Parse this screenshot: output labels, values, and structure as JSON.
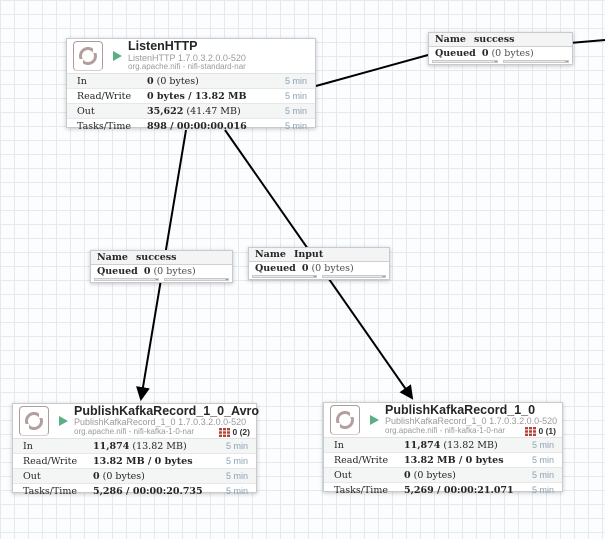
{
  "colors": {
    "run_green": "#5aaf85",
    "processor_icon_brown": "#b3a09e",
    "stat_window_blue": "#8ba2b5",
    "badge_red": "#b2423a",
    "connection_line": "#000000"
  },
  "processors": [
    {
      "title": "ListenHTTP",
      "type_version": "ListenHTTP 1.7.0.3.2.0.0-520",
      "bundle": "org.apache.nifi - nifi-standard-nar",
      "badge": "",
      "stats": [
        {
          "label": "In",
          "bold": "0",
          "rest": " (0 bytes)",
          "window": "5 min"
        },
        {
          "label": "Read/Write",
          "bold": "0 bytes / 13.82 MB",
          "rest": "",
          "window": "5 min"
        },
        {
          "label": "Out",
          "bold": "35,622",
          "rest": " (41.47 MB)",
          "window": "5 min"
        },
        {
          "label": "Tasks/Time",
          "bold": "898 / 00:00:00.016",
          "rest": "",
          "window": "5 min"
        }
      ]
    },
    {
      "title": "PublishKafkaRecord_1_0_Avro",
      "type_version": "PublishKafkaRecord_1_0 1.7.0.3.2.0.0-520",
      "bundle": "org.apache.nifi - nifi-kafka-1-0-nar",
      "badge": "0 (2)",
      "stats": [
        {
          "label": "In",
          "bold": "11,874",
          "rest": " (13.82 MB)",
          "window": "5 min"
        },
        {
          "label": "Read/Write",
          "bold": "13.82 MB / 0 bytes",
          "rest": "",
          "window": "5 min"
        },
        {
          "label": "Out",
          "bold": "0",
          "rest": " (0 bytes)",
          "window": "5 min"
        },
        {
          "label": "Tasks/Time",
          "bold": "5,286 / 00:00:20.735",
          "rest": "",
          "window": "5 min"
        }
      ]
    },
    {
      "title": "PublishKafkaRecord_1_0",
      "type_version": "PublishKafkaRecord_1_0 1.7.0.3.2.0.0-520",
      "bundle": "org.apache.nifi - nifi-kafka-1-0-nar",
      "badge": "0 (1)",
      "stats": [
        {
          "label": "In",
          "bold": "11,874",
          "rest": " (13.82 MB)",
          "window": "5 min"
        },
        {
          "label": "Read/Write",
          "bold": "13.82 MB / 0 bytes",
          "rest": "",
          "window": "5 min"
        },
        {
          "label": "Out",
          "bold": "0",
          "rest": " (0 bytes)",
          "window": "5 min"
        },
        {
          "label": "Tasks/Time",
          "bold": "5,269 / 00:00:21.071",
          "rest": "",
          "window": "5 min"
        }
      ]
    }
  ],
  "connections": [
    {
      "name_key": "Name",
      "name": "success",
      "queued_key": "Queued",
      "queued_count": "0",
      "queued_size": " (0 bytes)"
    },
    {
      "name_key": "Name",
      "name": "success",
      "queued_key": "Queued",
      "queued_count": "0",
      "queued_size": " (0 bytes)"
    },
    {
      "name_key": "Name",
      "name": "Input",
      "queued_key": "Queued",
      "queued_count": "0",
      "queued_size": " (0 bytes)"
    }
  ]
}
